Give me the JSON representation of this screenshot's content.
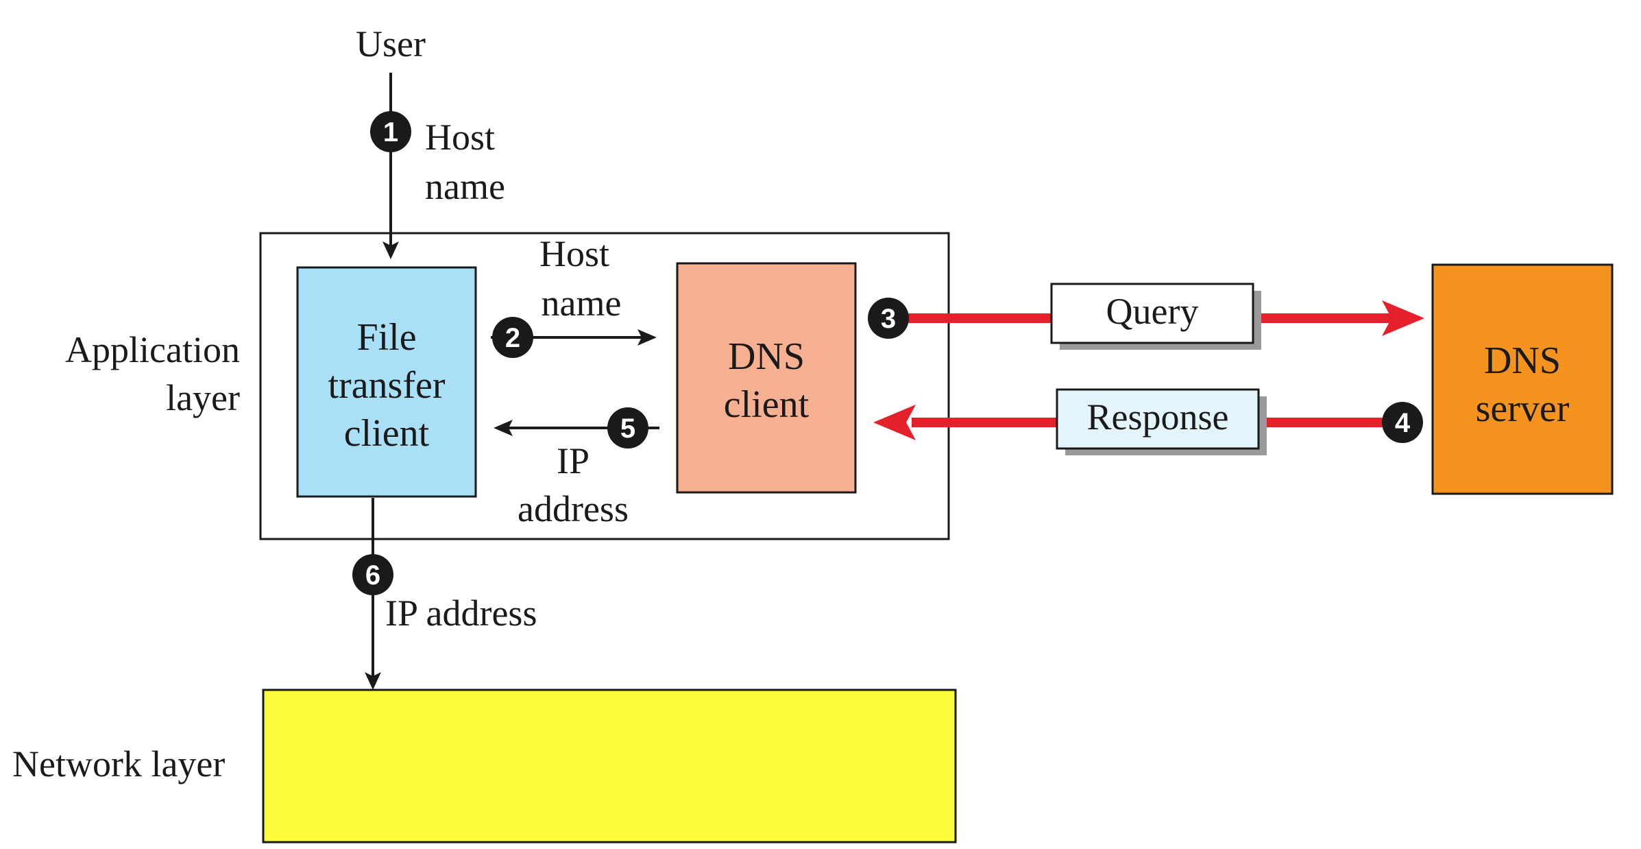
{
  "colors": {
    "file_client_fill": "#aadff8",
    "dns_client_fill": "#f8b092",
    "dns_server_fill": "#f4941f",
    "network_fill": "#fdfd3e",
    "response_fill": "#e4f4fb",
    "red_arrow": "#e4202a",
    "black": "#1a1a1a",
    "shadow": "#9a9a9a"
  },
  "user": {
    "label": "User"
  },
  "step1": {
    "num": "1",
    "line1": "Host",
    "line2": "name"
  },
  "application_layer": {
    "line1": "Application",
    "line2": "layer"
  },
  "network_layer": {
    "label": "Network layer"
  },
  "file_transfer_client": {
    "line1": "File",
    "line2": "transfer",
    "line3": "client"
  },
  "dns_client": {
    "line1": "DNS",
    "line2": "client"
  },
  "dns_server": {
    "line1": "DNS",
    "line2": "server"
  },
  "step2": {
    "num": "2",
    "line1": "Host",
    "line2": "name"
  },
  "step3": {
    "num": "3"
  },
  "step4": {
    "num": "4"
  },
  "step5": {
    "num": "5",
    "line1": "IP",
    "line2": "address"
  },
  "step6": {
    "num": "6",
    "label": "IP address"
  },
  "query": {
    "label": "Query"
  },
  "response": {
    "label": "Response"
  }
}
